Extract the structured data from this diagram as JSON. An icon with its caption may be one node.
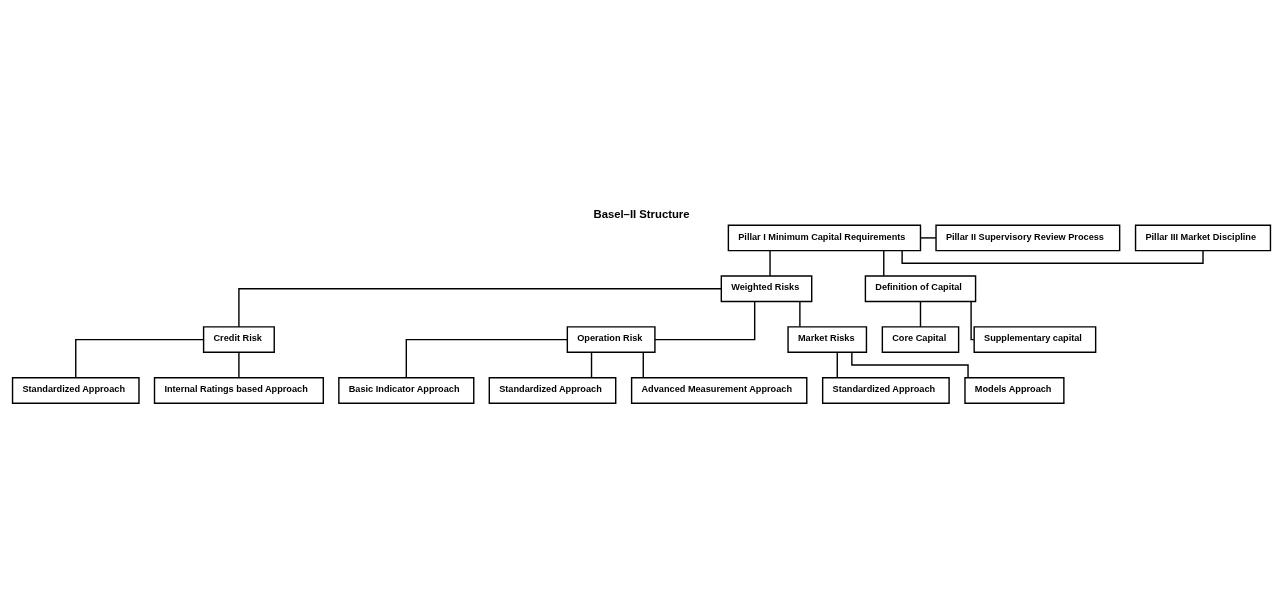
{
  "diagram": {
    "title": "Basel–II Structure",
    "nodes": [
      {
        "text": [
          "Pillar I Minimum Capital Requirements"
        ]
      },
      {
        "text": [
          "Pillar II Supervisory Review Process"
        ]
      },
      {
        "text": [
          "Pillar III Market Discipline"
        ]
      },
      {
        "text": [
          "Weighted Risks"
        ]
      },
      {
        "text": [
          "Definition of Capital"
        ]
      },
      {
        "text": [
          "Credit Risk"
        ]
      },
      {
        "text": [
          "Operation Risk"
        ]
      },
      {
        "text": [
          "Market Risks"
        ]
      },
      {
        "text": [
          "Core Capital"
        ]
      },
      {
        "text": [
          "Supplementary capital"
        ]
      },
      {
        "text": [
          "Standardized Approach"
        ]
      },
      {
        "text": [
          "Internal Ratings based Approach"
        ]
      },
      {
        "text": [
          "Basic Indicator Approach"
        ]
      },
      {
        "text": [
          "Standardized Approach"
        ]
      },
      {
        "text": [
          "Advanced Measurement Approach"
        ]
      },
      {
        "text": [
          "Standardized Approach"
        ]
      },
      {
        "text": [
          "Models Approach"
        ]
      }
    ],
    "edges": [
      {
        "from": 0,
        "to": 1,
        "arrow": "none"
      },
      {
        "from": 0,
        "to": 2,
        "arrow": "none"
      },
      {
        "from": 0,
        "to": 3,
        "arrow": "none"
      },
      {
        "from": 0,
        "to": 4,
        "arrow": "none"
      },
      {
        "from": 3,
        "to": 5,
        "arrow": "none"
      },
      {
        "from": 3,
        "to": 6,
        "arrow": "none"
      },
      {
        "from": 3,
        "to": 7,
        "arrow": "none"
      },
      {
        "from": 4,
        "to": 8,
        "arrow": "none"
      },
      {
        "from": 4,
        "to": 9,
        "arrow": "none"
      },
      {
        "from": 5,
        "to": 10,
        "arrow": "none"
      },
      {
        "from": 5,
        "to": 11,
        "arrow": "none"
      },
      {
        "from": 6,
        "to": 12,
        "arrow": "none"
      },
      {
        "from": 6,
        "to": 13,
        "arrow": "none"
      },
      {
        "from": 6,
        "to": 14,
        "arrow": "none"
      },
      {
        "from": 7,
        "to": 15,
        "arrow": "none"
      },
      {
        "from": 7,
        "to": 16,
        "arrow": "none"
      }
    ]
  }
}
